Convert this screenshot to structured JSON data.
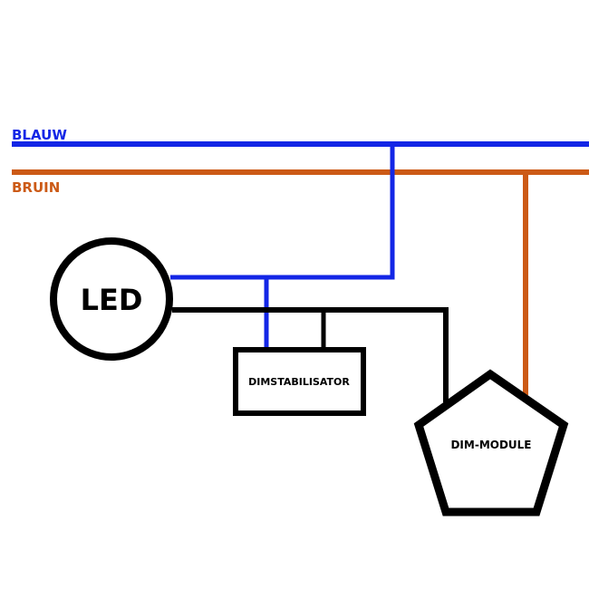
{
  "wires": {
    "blue": {
      "label": "BLAUW",
      "color": "#1326e6"
    },
    "brown": {
      "label": "BRUIN",
      "color": "#cc5a16"
    },
    "black": {
      "color": "#000000"
    }
  },
  "components": {
    "led": {
      "label": "LED"
    },
    "dimstabilisator": {
      "label": "DIMSTABILISATOR"
    },
    "dim_module": {
      "label": "DIM-MODULE"
    }
  }
}
